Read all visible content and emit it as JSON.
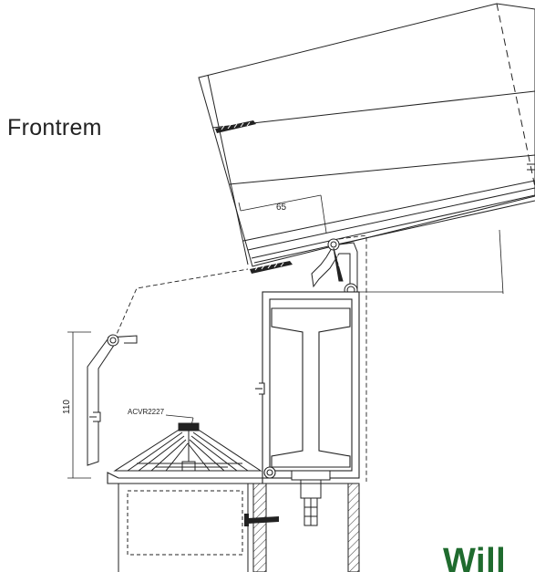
{
  "title": "Frontrem",
  "dimension_65": "65",
  "dimension_110": "110",
  "part_label": "ACVR2227",
  "brand_text": "Will",
  "colors": {
    "line": "#222222",
    "fill": "#ffffff",
    "brand": "#1f6b2e"
  }
}
